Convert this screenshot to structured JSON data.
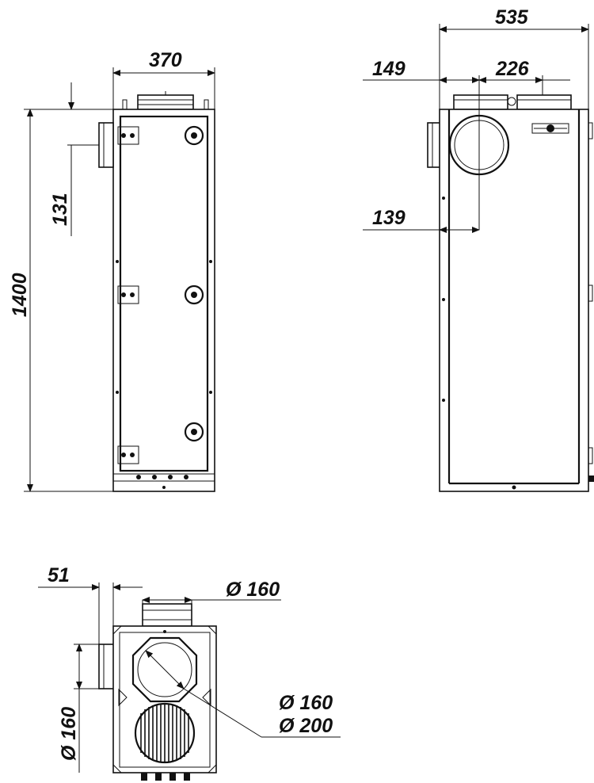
{
  "drawing": {
    "front": {
      "width": "370",
      "height": "1400",
      "top_offset": "131"
    },
    "side": {
      "depth": "535",
      "offset_a": "149",
      "spacing": "226",
      "height_offset": "139"
    },
    "top": {
      "offset": "51",
      "spigot_top": "Ø 160",
      "spigot_side": "Ø 160",
      "diameter_a": "Ø 160",
      "diameter_b": "Ø 200"
    }
  }
}
